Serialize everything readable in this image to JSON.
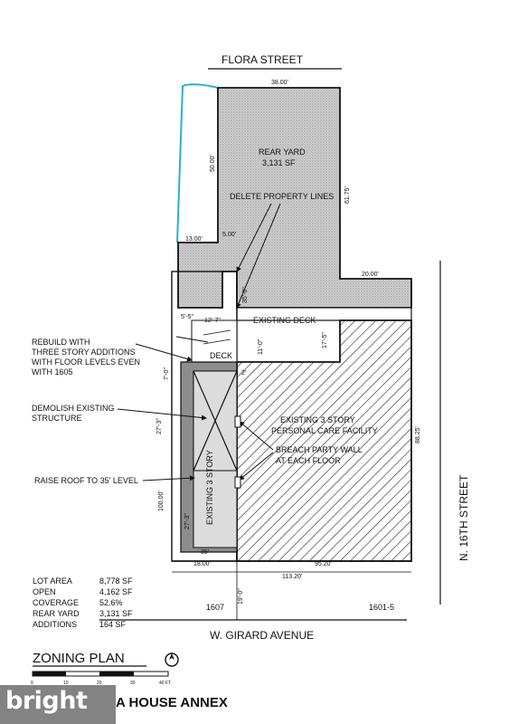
{
  "streets": {
    "north": "FLORA STREET",
    "south": "W. GIRARD AVENUE",
    "east": "N. 16TH STREET"
  },
  "areas": {
    "rear_yard_name": "REAR YARD",
    "rear_yard_sf": "3,131 SF",
    "existing_deck": "EXISTING DECK",
    "deck": "DECK",
    "existing_facility_1": "EXISTING 3 STORY",
    "existing_facility_2": "PERSONAL CARE FACILITY",
    "existing_3_story": "EXISTING 3 STORY"
  },
  "notes": {
    "delete_lines": "DELETE PROPERTY LINES",
    "rebuild_1": "REBUILD WITH",
    "rebuild_2": "THREE STORY ADDITIONS",
    "rebuild_3": "WITH FLOOR LEVELS EVEN",
    "rebuild_4": "WITH 1605",
    "demolish_1": "DEMOLISH EXISTING",
    "demolish_2": "STRUCTURE",
    "breach_1": "BREACH PARTY WALL",
    "breach_2": "AT EACH FLOOR",
    "raise_roof": "RAISE ROOF TO 35' LEVEL"
  },
  "dimensions": {
    "top_width": "38.00'",
    "rear_yard_depth": "50.00'",
    "right_depth": "61.75'",
    "left_jog": "13.00'",
    "small_jog": "5.00'",
    "right_jog": "20.00'",
    "deck_depth": "35'-0\"",
    "left_setback": "5'-5\"",
    "deck_width": "12'-7\"",
    "deck_height": "11'-0\"",
    "east_setback": "17'-5\"",
    "left_small": "7'-0\"",
    "small_2": "2'",
    "left_27": "27'-3\"",
    "facility_depth": "88.25'",
    "left_100": "100.00'",
    "inner_27": "27'-3\"",
    "height_35": "35'",
    "bottom_18": "18.00'",
    "bottom_95": "95.20'",
    "bottom_113": "113.20'",
    "front_19": "19'-0\""
  },
  "addresses": {
    "left": "1607",
    "right": "1601-5"
  },
  "summary": [
    {
      "label": "LOT AREA",
      "value": "8,778 SF"
    },
    {
      "label": "OPEN",
      "value": "4,162 SF"
    },
    {
      "label": "COVERAGE",
      "value": "52.6%"
    },
    {
      "label": "REAR YARD",
      "value": "3,131 SF"
    },
    {
      "label": "ADDITIONS",
      "value": "164 SF"
    }
  ],
  "title": "ZONING PLAN",
  "scale_ticks": [
    "0",
    "10",
    "20",
    "30",
    "40 FT."
  ],
  "subtitle": "A HOUSE ANNEX",
  "watermark": "bright"
}
